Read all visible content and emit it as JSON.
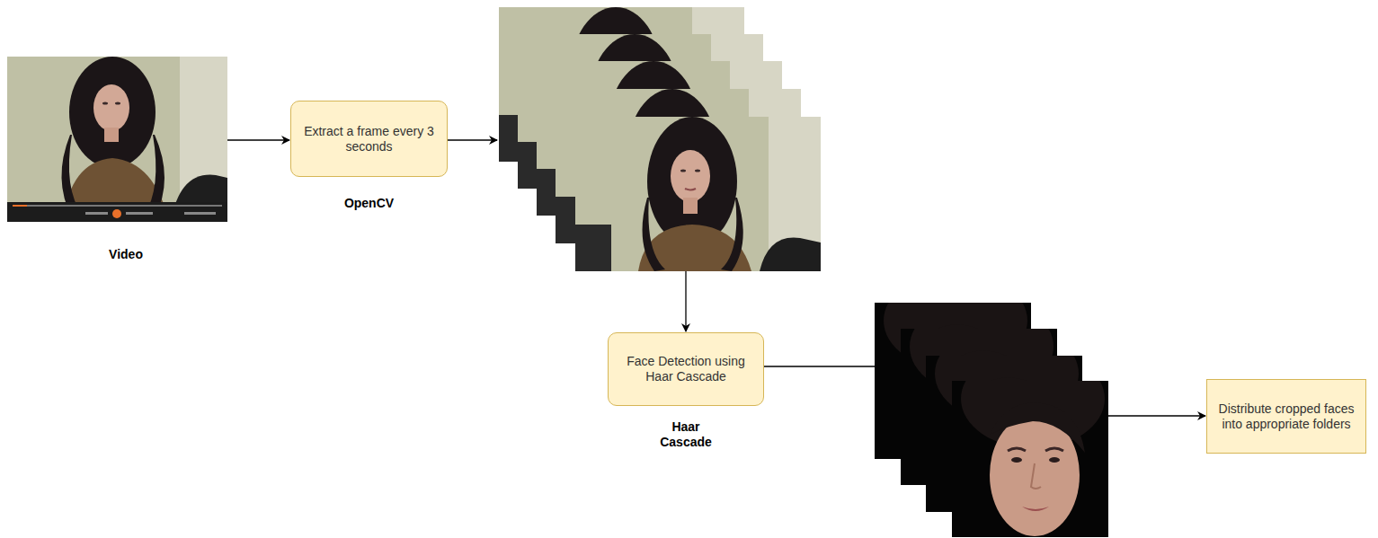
{
  "diagram": {
    "nodes": [
      {
        "text": [
          "Extract a frame every 3 seconds",
          "OpenCV"
        ]
      },
      {
        "text": [
          "Face Detection using Haar Cascade",
          "Haar Cascade"
        ]
      },
      {
        "text": [
          "Distribute cropped faces into appropriate folders"
        ]
      }
    ],
    "labels": [
      "Video"
    ]
  }
}
